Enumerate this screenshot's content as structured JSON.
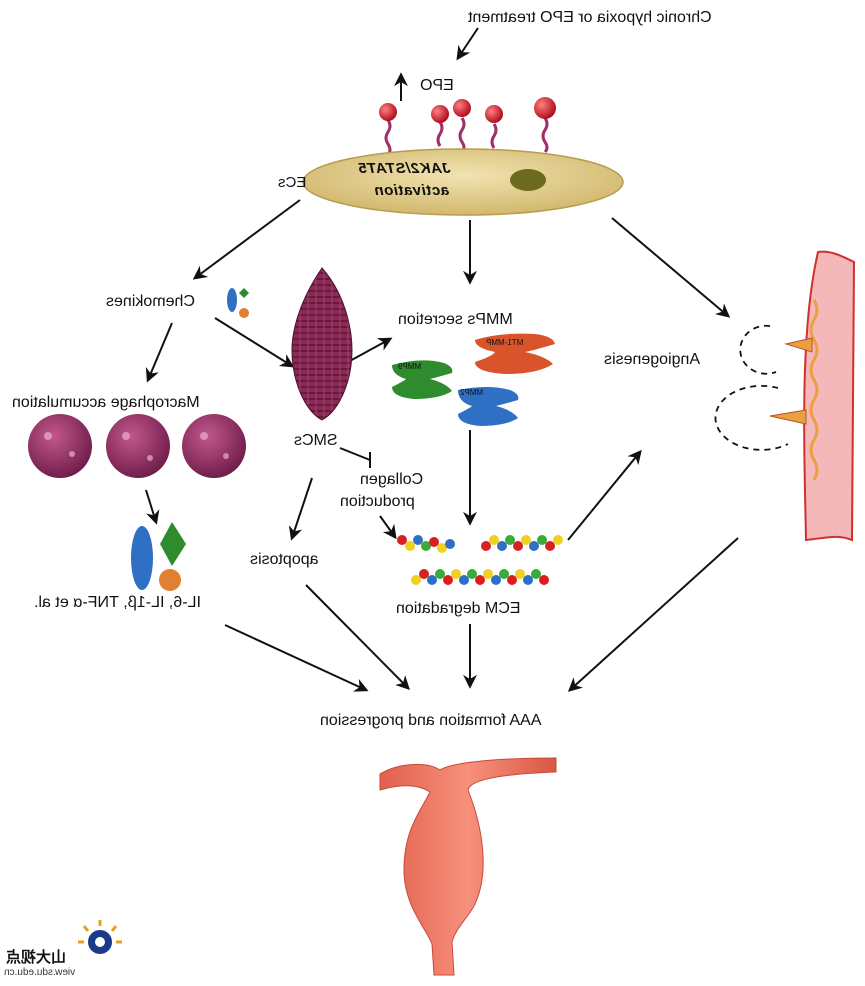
{
  "labels": {
    "trigger": "Chronic hypoxia or EPO treatment",
    "epo": "EPO",
    "ecs": "ECs",
    "jak_line1": "JAK2/STAT5",
    "jak_line2": "activation",
    "chemokines": "Chemokines",
    "macrophage": "Macrophage accumulation",
    "cytokines": "IL-6, IL-1β, TNF-α et al.",
    "smcs": "SMCs",
    "apoptosis": "apoptosis",
    "collagen_line1": "Collagen",
    "collagen_line2": "production",
    "mmps_secretion": "MMPs secretion",
    "mt1_mmp": "MT1-MMP",
    "mmp9": "MMP9",
    "mmp2": "MMP2",
    "ecm": "ECM degradation",
    "angiogenesis": "Angiogenesis",
    "aaa": "AAA formation and progression"
  },
  "logo": {
    "text": "山大视点",
    "url": "view.sdu.edu.cn"
  },
  "colors": {
    "ec_cell": "#e4cf8f",
    "nucleus": "#6b6a1e",
    "receptor_head": "#d42030",
    "macrophage": "#9a2f68",
    "mmp_orange": "#d9542a",
    "mmp_green": "#2e8b2e",
    "mmp_blue": "#2f6fc4",
    "vessel": "#f4b8b8",
    "aorta": "#f07a66"
  }
}
